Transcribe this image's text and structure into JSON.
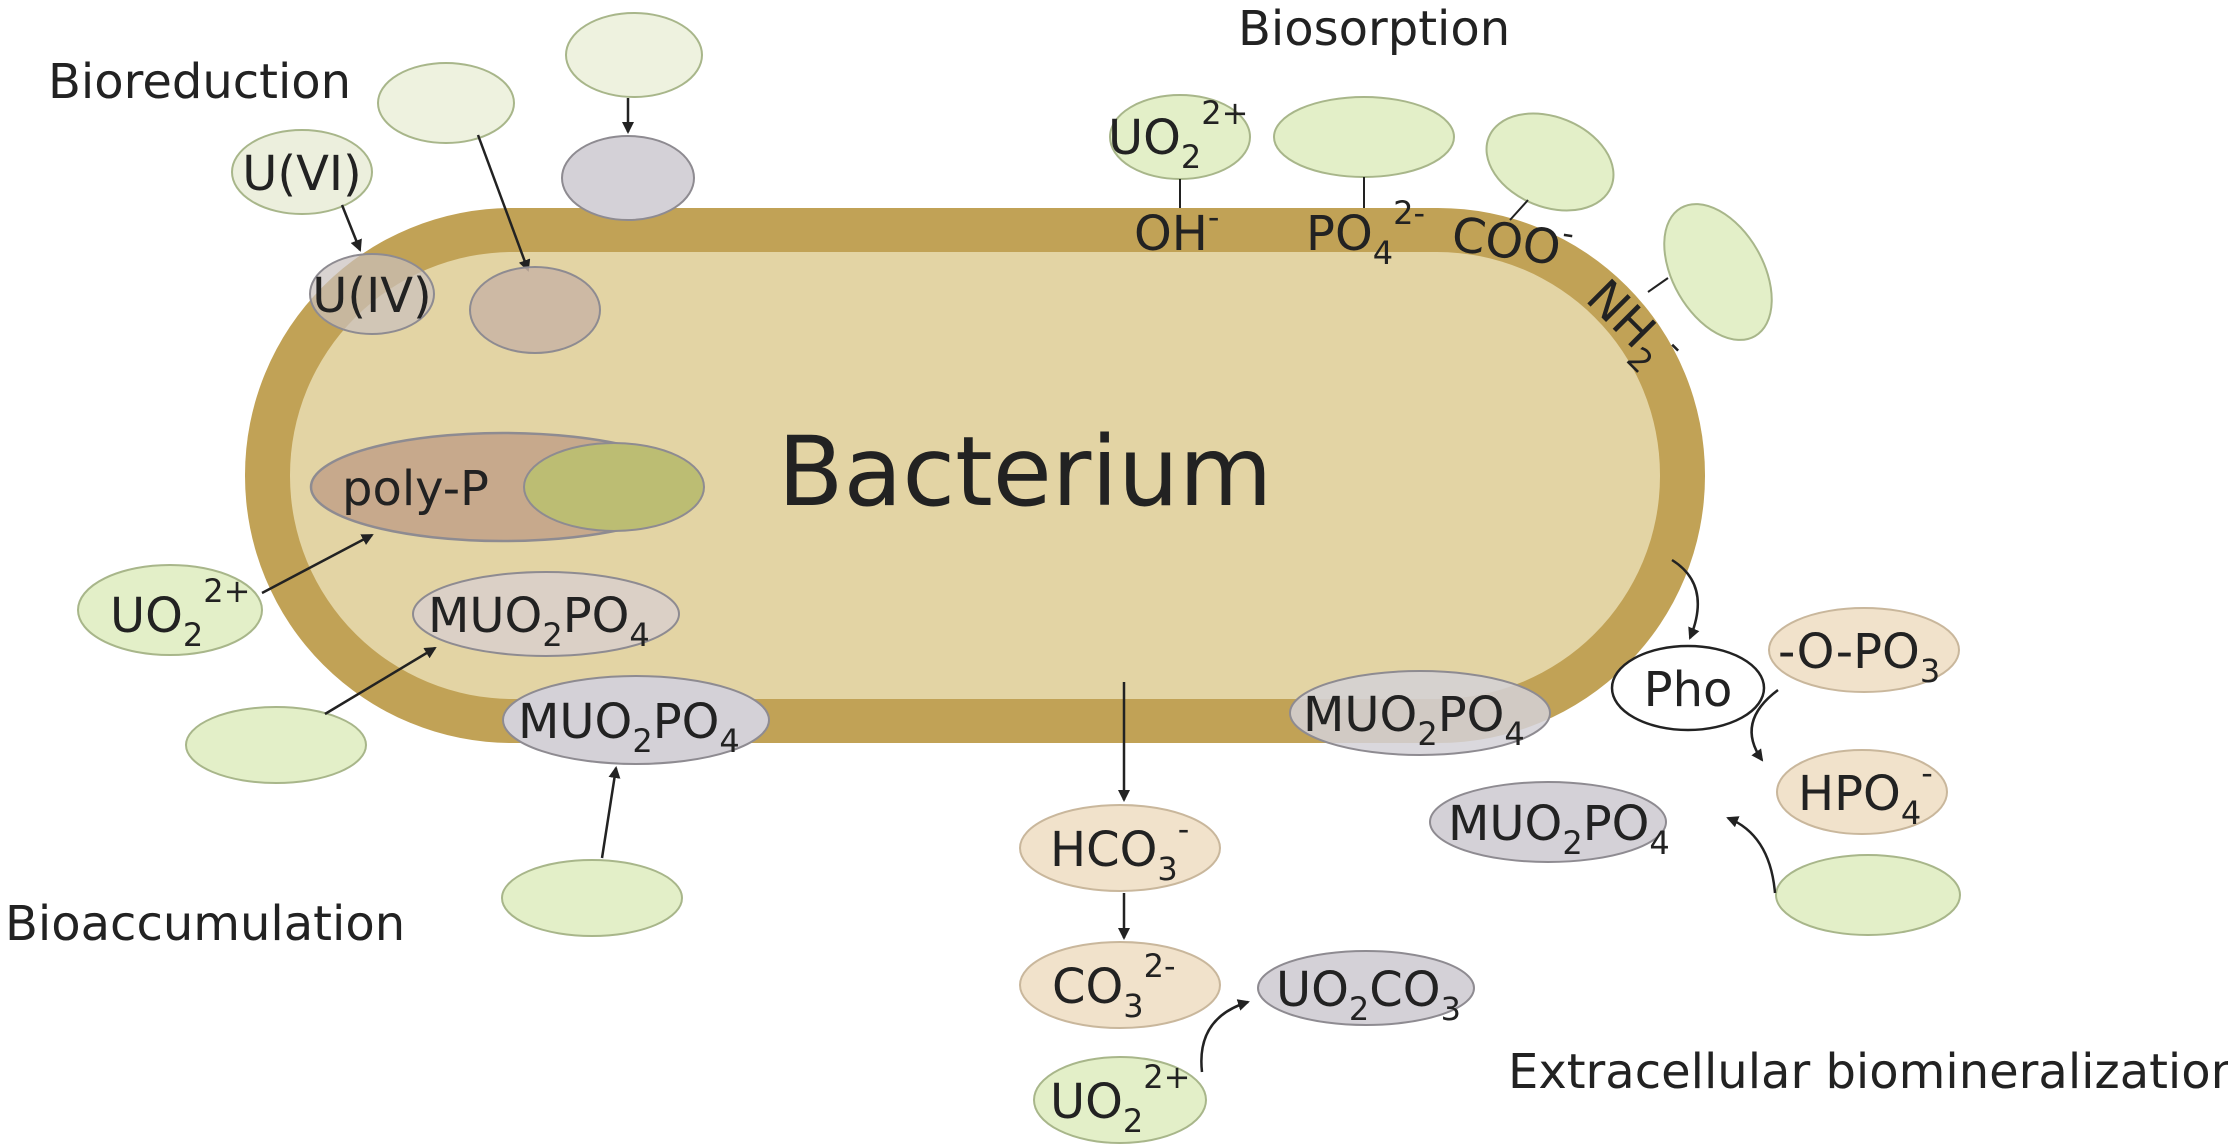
{
  "diagram": {
    "title": "Bacterium",
    "sections": {
      "bioreduction": "Bioreduction",
      "biosorption": "Biosorption",
      "bioaccumulation": "Bioaccumulation",
      "extracellular": "Extracellular biomineralization"
    },
    "labels": {
      "u_vi": "U(VI)",
      "u_iv": "U(IV)",
      "uo2": "UO",
      "sub2": "2",
      "sup2plus": "2+",
      "oh": "OH",
      "minus": "-",
      "po4": "PO",
      "sub4": "4",
      "sup2minus": "2-",
      "coo": "COO",
      "nh2": "NH",
      "poly_p": "poly-P",
      "muo2po4_m": "MUO",
      "po": "PO",
      "hco3": "HCO",
      "sub3": "3",
      "co3": "CO",
      "uo2co3_co": "CO",
      "pho": "Pho",
      "opo3": "-O-PO",
      "hpo4": "HPO"
    },
    "colors": {
      "wall": "#c1a256",
      "cytoplasm": "#e3d4a4",
      "green": "#e3efc8",
      "greenStroke": "#a8b68a",
      "grey": "#d4d1d7",
      "greyStroke": "#8e8b91",
      "peach": "#f1e2cb",
      "peachStroke": "#c9b79c",
      "brown": "#c3a48a",
      "olive": "#bcbd73"
    }
  }
}
